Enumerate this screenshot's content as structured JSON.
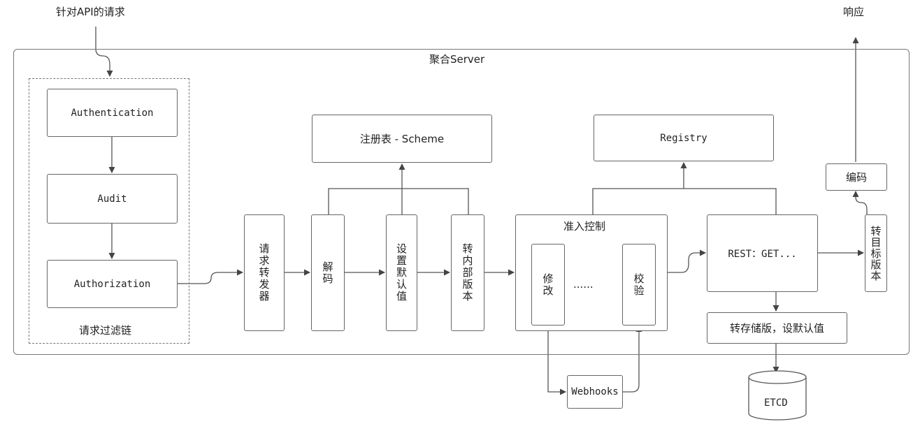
{
  "input_label": "针对API的请求",
  "output_label": "响应",
  "server_title": "聚合Server",
  "filter_chain": {
    "label": "请求过滤链",
    "steps": [
      "Authentication",
      "Audit",
      "Authorization"
    ]
  },
  "pipeline": {
    "dispatcher": "请求转发器",
    "decode": "解码",
    "defaults": "设置默认值",
    "to_internal": "转内部版本"
  },
  "scheme": "注册表 - Scheme",
  "registry": "Registry",
  "admission": {
    "title": "准入控制",
    "mutate": "修改",
    "ellipsis": "......",
    "validate": "校验"
  },
  "rest": "REST：GET...",
  "storage_conversion": "转存储版，设默认值",
  "target_version": "转目标版本",
  "encode": "编码",
  "webhooks": "Webhooks",
  "etcd": "ETCD"
}
